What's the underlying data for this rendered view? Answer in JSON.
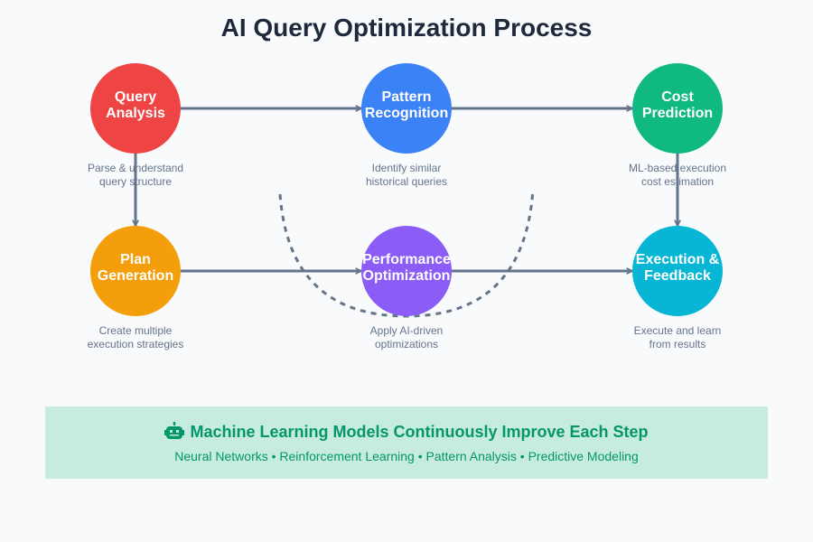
{
  "title": "AI Query Optimization Process",
  "colors": {
    "connector": "#64748b",
    "title": "#1e293b",
    "description": "#64748b",
    "banner_bg": "#c6ece0",
    "banner_text": "#059669"
  },
  "nodes": [
    {
      "id": "query-analysis",
      "label_lines": [
        "Query",
        "Analysis"
      ],
      "description_lines": [
        "Parse & understand",
        "query structure"
      ],
      "color": "#ef4444",
      "row": 0,
      "col": 0
    },
    {
      "id": "pattern-recognition",
      "label_lines": [
        "Pattern",
        "Recognition"
      ],
      "description_lines": [
        "Identify similar",
        "historical queries"
      ],
      "color": "#3b82f6",
      "row": 0,
      "col": 1
    },
    {
      "id": "cost-prediction",
      "label_lines": [
        "Cost",
        "Prediction"
      ],
      "description_lines": [
        "ML-based execution",
        "cost estimation"
      ],
      "color": "#10b981",
      "row": 0,
      "col": 2
    },
    {
      "id": "plan-generation",
      "label_lines": [
        "Plan",
        "Generation"
      ],
      "description_lines": [
        "Create multiple",
        "execution strategies"
      ],
      "color": "#f59e0b",
      "row": 1,
      "col": 0
    },
    {
      "id": "performance-optimization",
      "label_lines": [
        "Performance",
        "Optimization"
      ],
      "description_lines": [
        "Apply AI-driven",
        "optimizations"
      ],
      "color": "#8b5cf6",
      "row": 1,
      "col": 1
    },
    {
      "id": "execution-feedback",
      "label_lines": [
        "Execution &",
        "Feedback"
      ],
      "description_lines": [
        "Execute and learn",
        "from results"
      ],
      "color": "#06b6d4",
      "row": 1,
      "col": 2
    }
  ],
  "edges": [
    {
      "from": "query-analysis",
      "to": "pattern-recognition"
    },
    {
      "from": "pattern-recognition",
      "to": "cost-prediction"
    },
    {
      "from": "query-analysis",
      "to": "plan-generation"
    },
    {
      "from": "cost-prediction",
      "to": "execution-feedback"
    },
    {
      "from": "plan-generation",
      "to": "performance-optimization"
    },
    {
      "from": "performance-optimization",
      "to": "execution-feedback"
    }
  ],
  "feedback_loop": {
    "style": "dashed",
    "around": "performance-optimization"
  },
  "banner": {
    "icon": "robot-icon",
    "title": "Machine Learning Models Continuously Improve Each Step",
    "subtitle": "Neural Networks • Reinforcement Learning • Pattern Analysis • Predictive Modeling"
  }
}
